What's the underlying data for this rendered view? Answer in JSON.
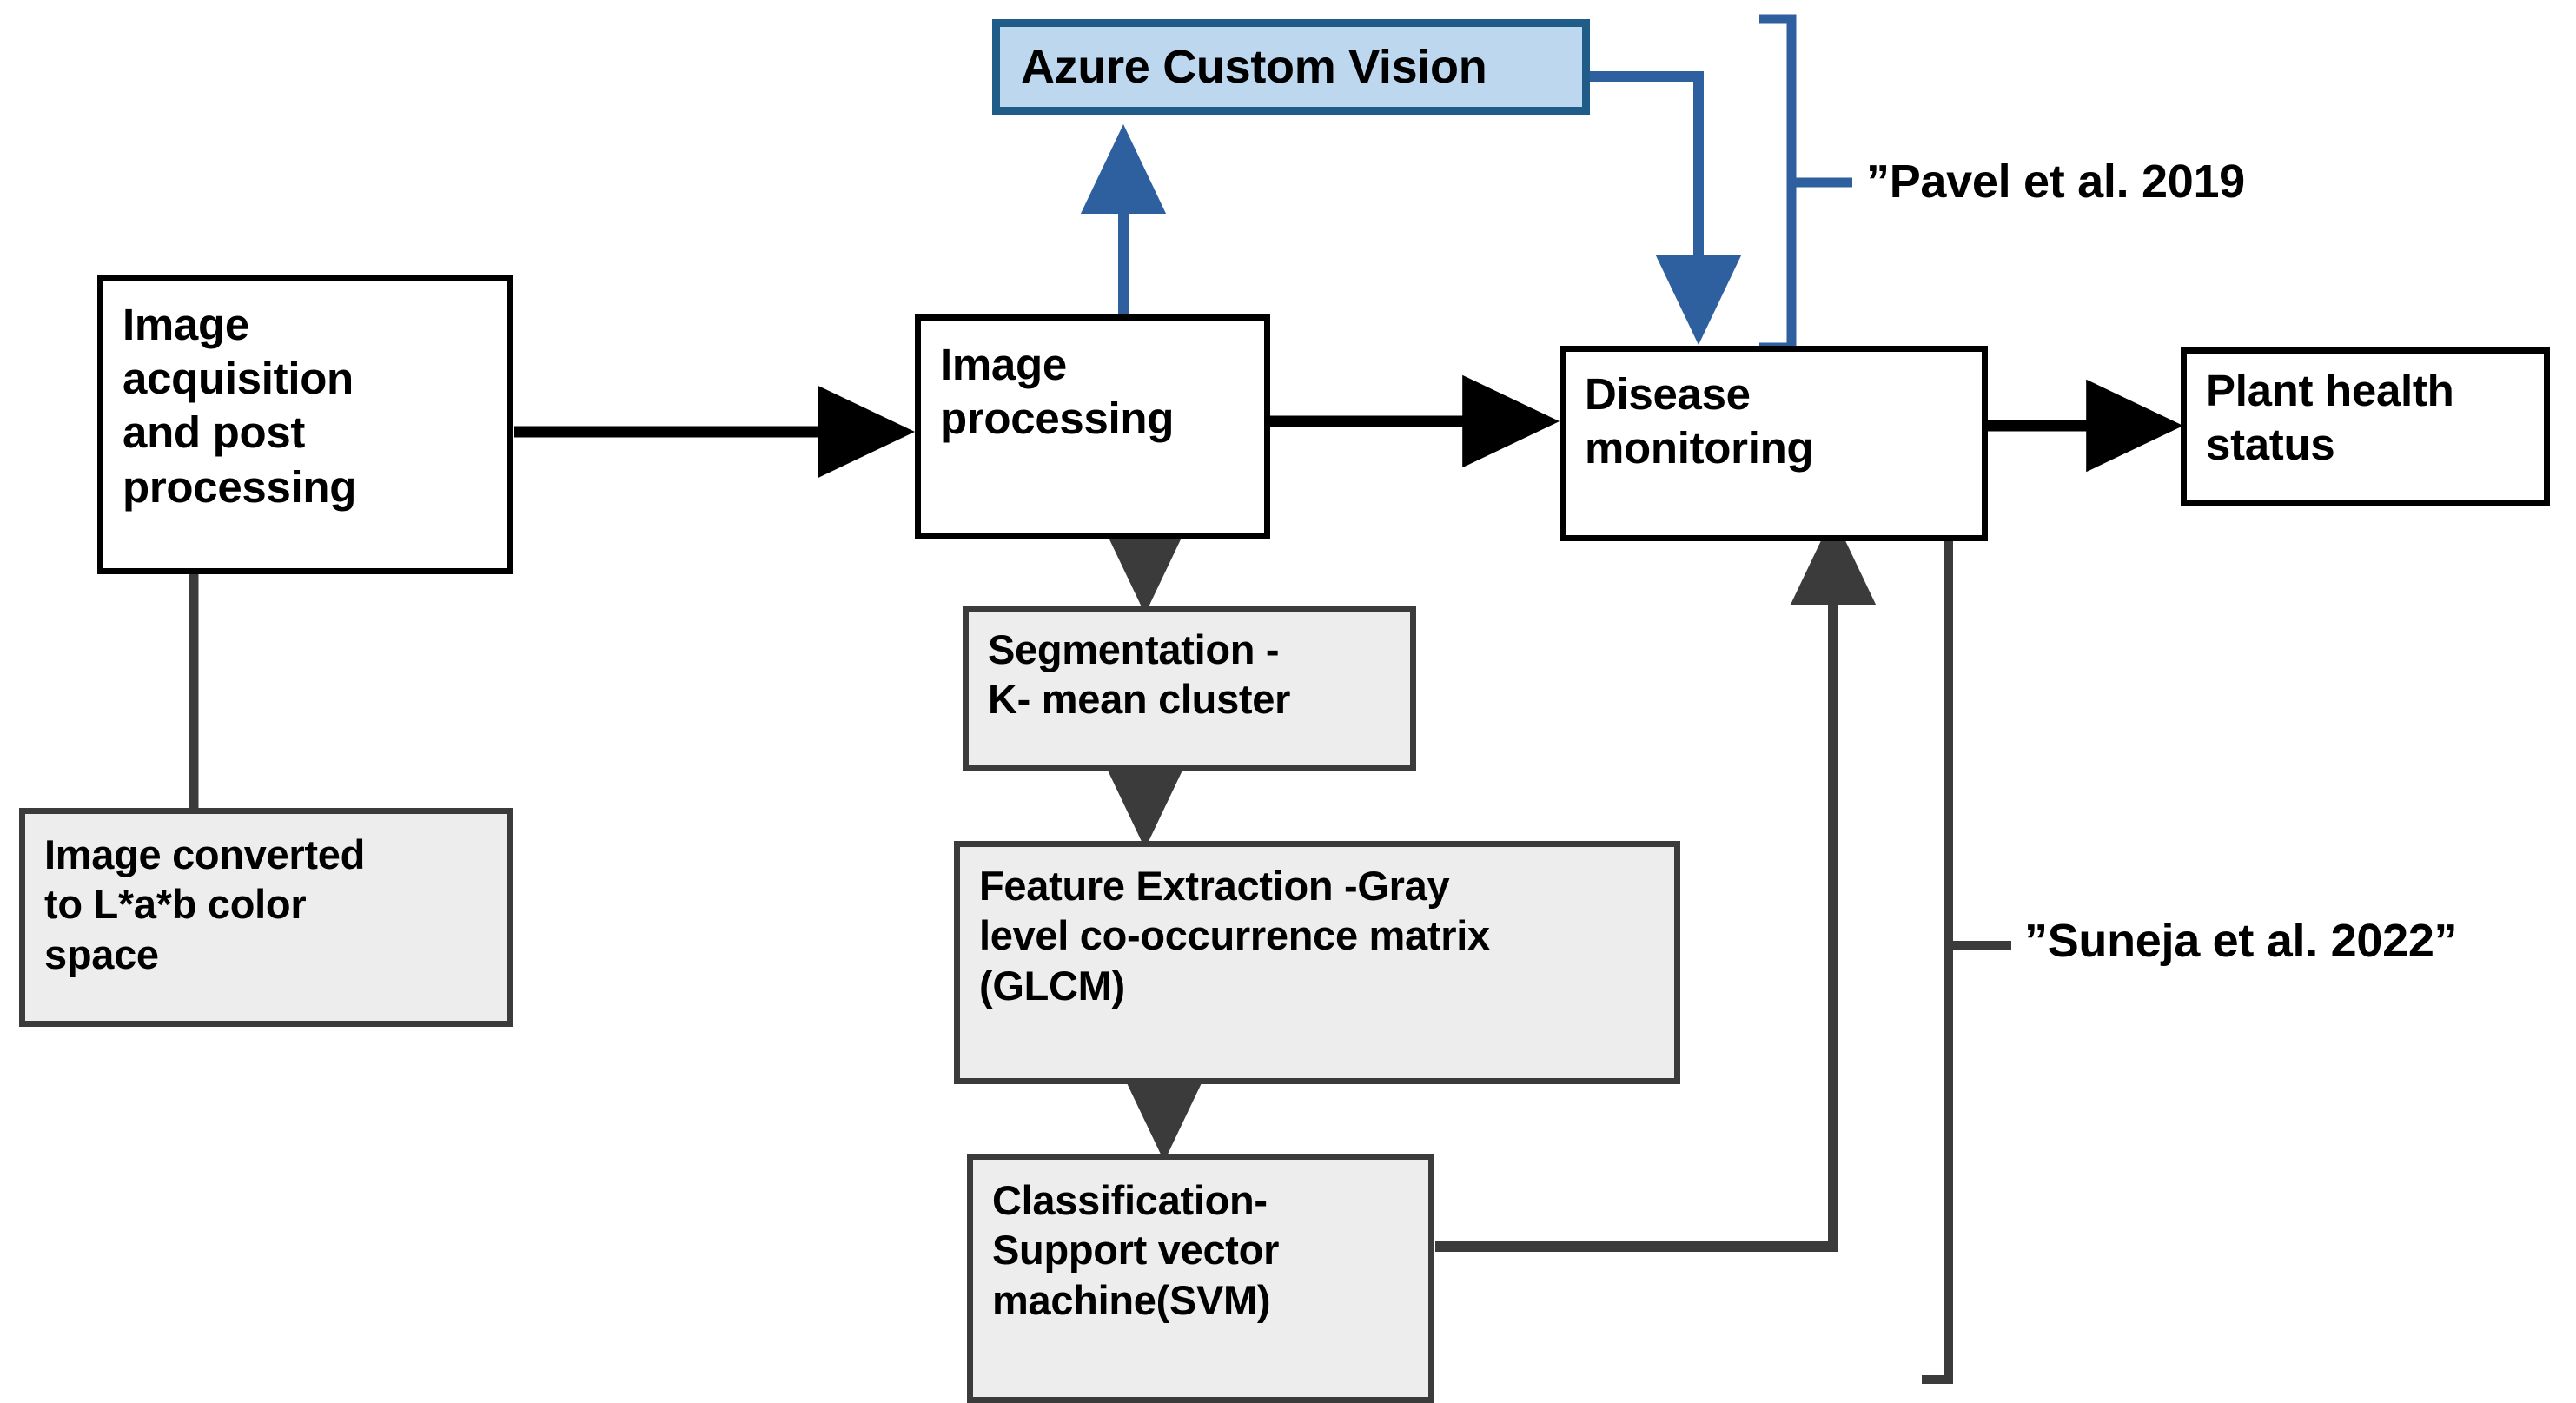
{
  "diagram": {
    "title": "Plant disease monitoring pipeline flowchart",
    "colors": {
      "black": "#000000",
      "dark_gray": "#3B3B3B",
      "gray_fill": "#EDEDED",
      "blue_border": "#1F5C87",
      "blue_fill": "#BDD7EE",
      "blue_line": "#2E5F9E",
      "background": "#FFFFFF"
    },
    "nodes": [
      {
        "id": "image-acquisition",
        "label": "Image\nacquisition\nand post\nprocessing",
        "style": "white"
      },
      {
        "id": "lab-color-space",
        "label": "Image converted\nto L*a*b  color\nspace",
        "style": "gray"
      },
      {
        "id": "azure-custom-vision",
        "label": "Azure Custom Vision",
        "style": "blue"
      },
      {
        "id": "image-processing",
        "label": "Image\nprocessing",
        "style": "white"
      },
      {
        "id": "disease-monitoring",
        "label": "Disease\nmonitoring",
        "style": "white"
      },
      {
        "id": "plant-health-status",
        "label": "Plant health\nstatus",
        "style": "white"
      },
      {
        "id": "segmentation",
        "label": "Segmentation -\nK- mean cluster",
        "style": "gray"
      },
      {
        "id": "feature-extraction",
        "label": "Feature Extraction -Gray\nlevel co-occurrence matrix\n(GLCM)",
        "style": "gray"
      },
      {
        "id": "classification-svm",
        "label": "Classification-\nSupport vector\nmachine(SVM)",
        "style": "gray"
      }
    ],
    "annotations": [
      {
        "id": "pavel-citation",
        "label": "”Pavel et al. 2019",
        "color": "#2E5F9E"
      },
      {
        "id": "suneja-citation",
        "label": "”Suneja et al. 2022”",
        "color": "#3B3B3B"
      }
    ],
    "edges": [
      {
        "from": "image-acquisition",
        "to": "lab-color-space",
        "kind": "line",
        "color": "#3B3B3B"
      },
      {
        "from": "image-acquisition",
        "to": "image-processing",
        "kind": "arrow",
        "color": "#000000"
      },
      {
        "from": "image-processing",
        "to": "azure-custom-vision",
        "kind": "arrow",
        "color": "#2E5F9E"
      },
      {
        "from": "azure-custom-vision",
        "to": "disease-monitoring",
        "kind": "arrow",
        "color": "#2E5F9E"
      },
      {
        "from": "image-processing",
        "to": "disease-monitoring",
        "kind": "arrow",
        "color": "#000000"
      },
      {
        "from": "disease-monitoring",
        "to": "plant-health-status",
        "kind": "arrow",
        "color": "#000000"
      },
      {
        "from": "image-processing",
        "to": "segmentation",
        "kind": "arrow",
        "color": "#3B3B3B"
      },
      {
        "from": "segmentation",
        "to": "feature-extraction",
        "kind": "arrow",
        "color": "#3B3B3B"
      },
      {
        "from": "feature-extraction",
        "to": "classification-svm",
        "kind": "arrow",
        "color": "#3B3B3B"
      },
      {
        "from": "classification-svm",
        "to": "disease-monitoring",
        "kind": "arrow",
        "color": "#3B3B3B"
      }
    ]
  }
}
